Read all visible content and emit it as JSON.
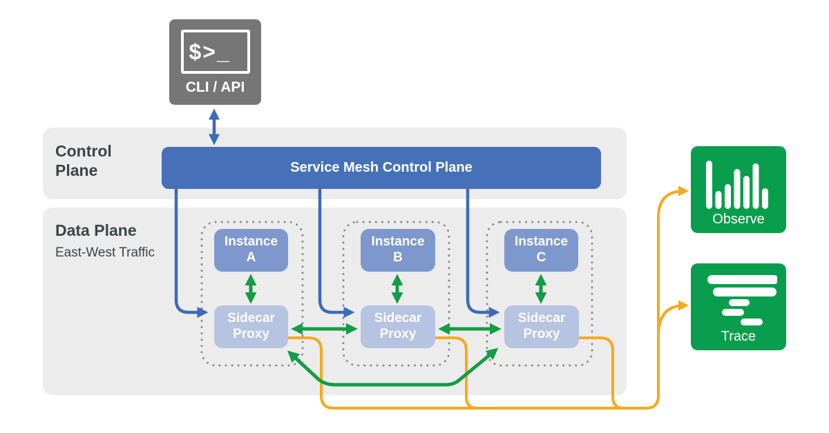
{
  "cli": {
    "prompt_symbols": "$>_",
    "label": "CLI / API"
  },
  "control_plane": {
    "label": "Control Plane",
    "bar_label": "Service Mesh Control Plane"
  },
  "data_plane": {
    "label": "Data Plane",
    "sublabel": "East-West Traffic",
    "groups": [
      {
        "instance_line1": "Instance",
        "instance_line2": "A",
        "proxy_line1": "Sidecar",
        "proxy_line2": "Proxy"
      },
      {
        "instance_line1": "Instance",
        "instance_line2": "B",
        "proxy_line1": "Sidecar",
        "proxy_line2": "Proxy"
      },
      {
        "instance_line1": "Instance",
        "instance_line2": "C",
        "proxy_line1": "Sidecar",
        "proxy_line2": "Proxy"
      }
    ]
  },
  "observability": {
    "observe_label": "Observe",
    "trace_label": "Trace"
  },
  "icons": {
    "cli": "terminal-icon",
    "observe": "bar-chart-icon",
    "trace": "trace-spans-icon"
  },
  "colors": {
    "panel_bg": "#ececec",
    "control_bar_blue": "#4671b8",
    "instance_blue": "#7e97cd",
    "sidecar_blue": "#b6c3e1",
    "cli_gray": "#767676",
    "arrow_blue": "#3a6cb8",
    "arrow_green": "#149c46",
    "observability_green": "#099e4d",
    "telemetry_yellow": "#f7a91c",
    "text_dark": "#3f4345",
    "dotted_border_gray": "#8a8a8a"
  }
}
